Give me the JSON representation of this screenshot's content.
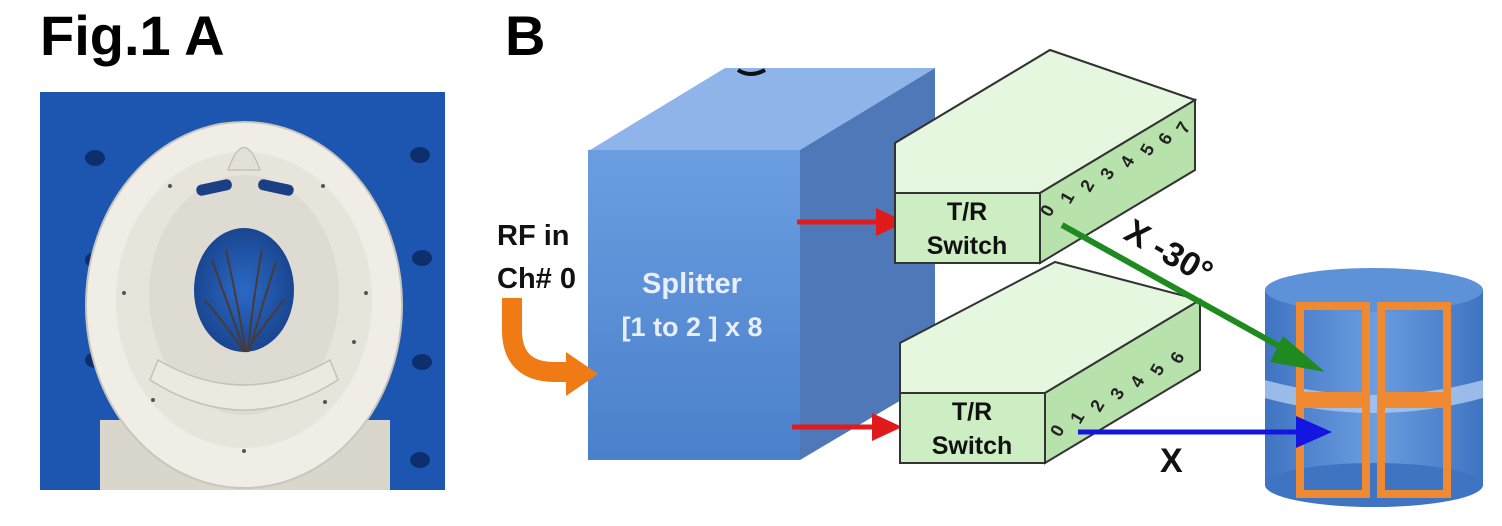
{
  "figure": {
    "panel_a_label": "Fig.1 A",
    "panel_b_label": "B"
  },
  "diagram": {
    "input": {
      "line1": "RF in",
      "line2": "Ch# 0"
    },
    "splitter": {
      "line1": "Splitter",
      "line2": "[1 to 2 ] x 8"
    },
    "switch_top": {
      "line1": "T/R",
      "line2": "Switch",
      "ports": [
        "0",
        "1",
        "2",
        "3",
        "4",
        "5",
        "6",
        "7"
      ]
    },
    "switch_bottom": {
      "line1": "T/R",
      "line2": "Switch",
      "ports": [
        "0",
        "1",
        "2",
        "3",
        "4",
        "5",
        "6"
      ]
    },
    "path_top_label": "X -30°",
    "path_bottom_label": "X"
  },
  "colors": {
    "splitter_front": "#5b8fd6",
    "splitter_side": "#4a72b5",
    "switch_fill": "#d7f2cf",
    "switch_stroke": "#3a3a3a",
    "arrow_red": "#e11b1b",
    "arrow_green": "#1f8a1f",
    "arrow_blue": "#1515e0",
    "arrow_orange": "#f07a14",
    "coil_orange": "#ef8a33",
    "cylinder_blue": "#4f86d2",
    "photo_background": "#1d56b0"
  }
}
